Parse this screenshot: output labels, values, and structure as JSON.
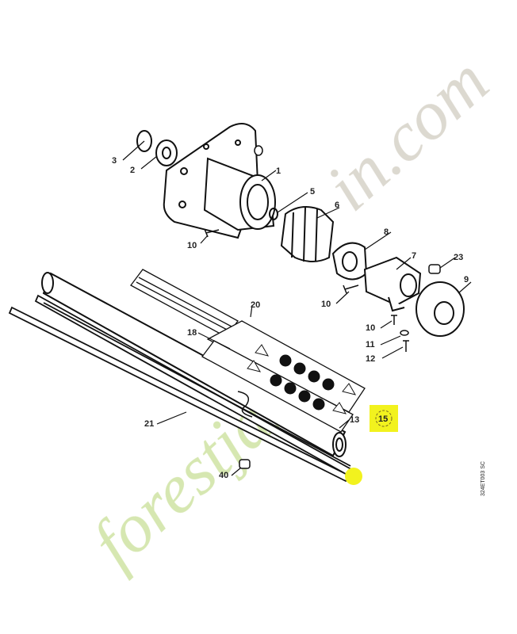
{
  "diagram": {
    "part_numbers": [
      "1",
      "2",
      "3",
      "5",
      "6",
      "7",
      "8",
      "9",
      "10",
      "10",
      "10",
      "11",
      "12",
      "13",
      "15",
      "18",
      "20",
      "21",
      "23",
      "40"
    ],
    "reference_code": "324ET003 SC"
  },
  "watermark": {
    "text": "forestjardin.com",
    "colors": {
      "green": "#cfe3a3",
      "gray": "#d6d2c8"
    }
  },
  "highlight": {
    "color": "#f2f21e"
  }
}
